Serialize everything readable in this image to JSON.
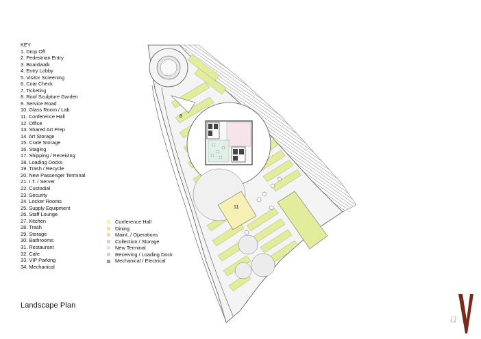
{
  "key": {
    "title": "KEY",
    "items": [
      "1. Drop Off",
      "2. Pedestrian Entry",
      "3. Boardwalk",
      "4. Entry Lobby",
      "5. Visitor Screening",
      "6. Coat Check",
      "7. Ticketing",
      "8. Roof Sculpture Garden",
      "9. Service Road",
      "10. Glass Room / Lab",
      "11. Conference Hall",
      "12. Office",
      "13. Shared Art Prep",
      "14. Art Storage",
      "15. Crate Storage",
      "16. Staging",
      "17. Shipping / Receiving",
      "18. Loading Docks",
      "19. Trash / Recycle",
      "20. New Passenger Terminal",
      "21. I.T. / Server",
      "22. Custodial",
      "23. Security",
      "24. Locker Rooms",
      "25. Supply Equipment",
      "26. Staff Lounge",
      "27. Kitchen",
      "28. Trash",
      "29. Storage",
      "30. Bathrooms",
      "31. Restaurant",
      "32. Cafe",
      "33. VIP Parking",
      "34. Mechanical"
    ]
  },
  "legend": [
    {
      "label": "Conference Hall",
      "color": "#f6f0b4"
    },
    {
      "label": "Dining",
      "color": "#f3d9a6"
    },
    {
      "label": "Maint. / Operations",
      "color": "#e8d8c0"
    },
    {
      "label": "Collection / Storage",
      "color": "#d9d0c6"
    },
    {
      "label": "New Terminal",
      "color": "#e4e4e4"
    },
    {
      "label": "Receiving / Loading Dock",
      "color": "#cfcfcf"
    },
    {
      "label": "Mechanical / Electrical",
      "color": "#9a9a9a"
    }
  ],
  "plan_labels": {
    "roof_garden": "8",
    "conference_hall": "11"
  },
  "caption": "Landscape Plan",
  "logo": {
    "letter_a": "a",
    "letter_v": "V",
    "color": "#7a2a1a"
  },
  "colors": {
    "landscape_green": "#e3ec9b",
    "hatch": "#777777",
    "line": "#555555"
  }
}
